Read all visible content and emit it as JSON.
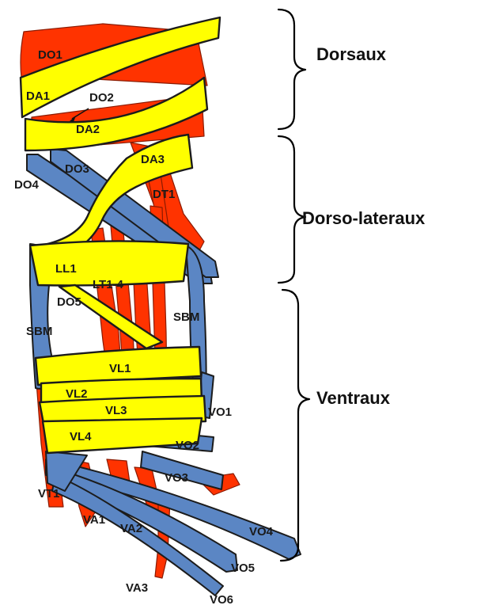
{
  "groups": {
    "dorsal": "Dorsaux",
    "dorsolateral": "Dorso-lateraux",
    "ventral": "Ventraux"
  },
  "muscles": {
    "do1": "DO1",
    "da1": "DA1",
    "do2": "DO2",
    "da2": "DA2",
    "do3": "DO3",
    "da3": "DA3",
    "do4": "DO4",
    "dt1": "DT1",
    "ll1": "LL1",
    "lt1_4": "LT1-4",
    "do5": "DO5",
    "sbm_left": "SBM",
    "sbm_right": "SBM",
    "vl1": "VL1",
    "vl2": "VL2",
    "vl3": "VL3",
    "vl4": "VL4",
    "vo1": "VO1",
    "vo2": "VO2",
    "vo3": "VO3",
    "vo4": "VO4",
    "vo5": "VO5",
    "vo6": "VO6",
    "vt1": "VT1",
    "va1": "VA1",
    "va2": "VA2",
    "va3": "VA3"
  },
  "colors": {
    "longitudinal": "#ffff00",
    "oblique": "#ff3300",
    "transverse": "#5b86c4"
  }
}
